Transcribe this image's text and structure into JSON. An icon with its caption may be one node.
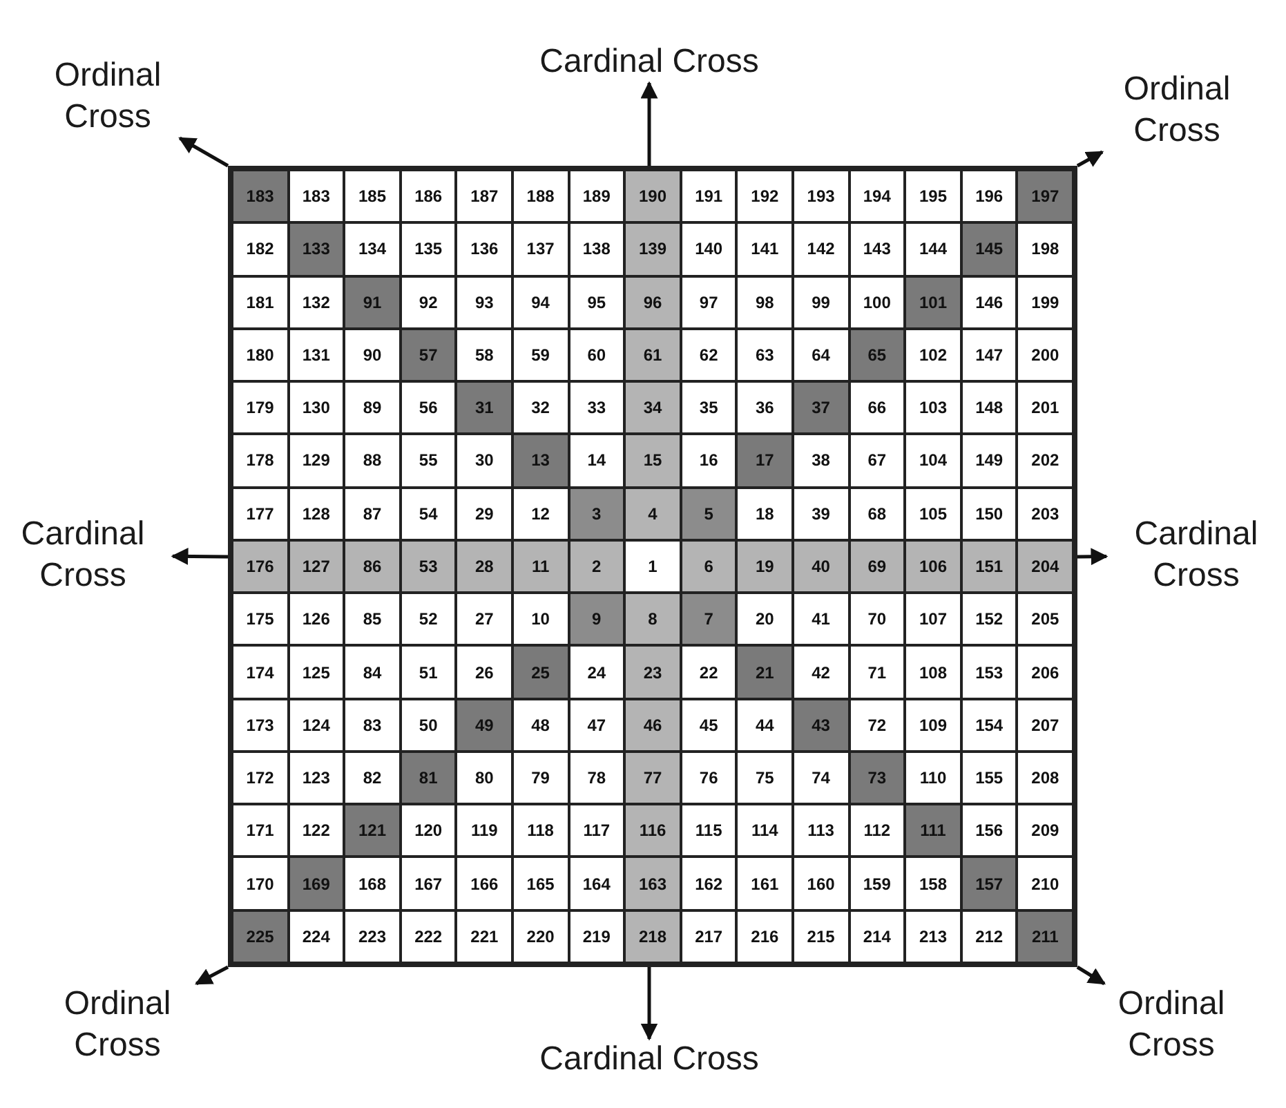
{
  "diagram": {
    "nodes": [
      {
        "text": [
          "Ordinal Cross"
        ]
      },
      {
        "text": [
          "Cardinal Cross"
        ]
      },
      {
        "text": [
          "Ordinal Cross"
        ]
      },
      {
        "text": [],
        "shape": "box"
      },
      {
        "text": [
          "Cardinal Cross"
        ]
      },
      {
        "text": [
          "Cardinal Cross"
        ]
      },
      {
        "text": [
          "Ordinal Cross"
        ]
      },
      {
        "text": [
          "Cardinal Cross"
        ]
      },
      {
        "text": [
          "Ordinal Cross"
        ]
      }
    ],
    "edges": [
      {
        "from": 3,
        "to": 0,
        "arrow": "to"
      },
      {
        "from": 3,
        "to": 1,
        "arrow": "to"
      },
      {
        "from": 3,
        "to": 2,
        "arrow": "to"
      },
      {
        "from": 3,
        "to": 4,
        "arrow": "to"
      },
      {
        "from": 3,
        "to": 5,
        "arrow": "to"
      },
      {
        "from": 3,
        "to": 6,
        "arrow": "to"
      },
      {
        "from": 3,
        "to": 7,
        "arrow": "to"
      },
      {
        "from": 3,
        "to": 8,
        "arrow": "to"
      }
    ],
    "labels": [
      "183",
      "183",
      "185",
      "186",
      "187",
      "188",
      "189",
      "190",
      "191",
      "192",
      "193",
      "194",
      "195",
      "196",
      "197",
      "182",
      "133",
      "134",
      "135",
      "136",
      "137",
      "138",
      "139",
      "140",
      "141",
      "142",
      "143",
      "144",
      "145",
      "198",
      "181",
      "132",
      "91",
      "92",
      "93",
      "94",
      "95",
      "96",
      "97",
      "98",
      "99",
      "100",
      "101",
      "146",
      "199",
      "180",
      "131",
      "90",
      "57",
      "58",
      "59",
      "60",
      "61",
      "62",
      "63",
      "64",
      "65",
      "102",
      "147",
      "200",
      "179",
      "130",
      "89",
      "56",
      "31",
      "32",
      "33",
      "34",
      "35",
      "36",
      "37",
      "66",
      "103",
      "148",
      "201",
      "178",
      "129",
      "88",
      "55",
      "30",
      "13",
      "14",
      "15",
      "16",
      "17",
      "38",
      "67",
      "104",
      "149",
      "202",
      "177",
      "128",
      "87",
      "54",
      "29",
      "12",
      "3",
      "4",
      "5",
      "18",
      "39",
      "68",
      "105",
      "150",
      "203",
      "176",
      "127",
      "86",
      "53",
      "28",
      "11",
      "2",
      "1",
      "6",
      "19",
      "40",
      "69",
      "106",
      "151",
      "204",
      "175",
      "126",
      "85",
      "52",
      "27",
      "10",
      "9",
      "8",
      "7",
      "20",
      "41",
      "70",
      "107",
      "152",
      "205",
      "174",
      "125",
      "84",
      "51",
      "26",
      "25",
      "24",
      "23",
      "22",
      "21",
      "42",
      "71",
      "108",
      "153",
      "206",
      "173",
      "124",
      "83",
      "50",
      "49",
      "48",
      "47",
      "46",
      "45",
      "44",
      "43",
      "72",
      "109",
      "154",
      "207",
      "172",
      "123",
      "82",
      "81",
      "80",
      "79",
      "78",
      "77",
      "76",
      "75",
      "74",
      "73",
      "110",
      "155",
      "208",
      "171",
      "122",
      "121",
      "120",
      "119",
      "118",
      "117",
      "116",
      "115",
      "114",
      "113",
      "112",
      "111",
      "156",
      "209",
      "170",
      "169",
      "168",
      "167",
      "166",
      "165",
      "164",
      "163",
      "162",
      "161",
      "160",
      "159",
      "158",
      "157",
      "210",
      "225",
      "224",
      "223",
      "222",
      "221",
      "220",
      "219",
      "218",
      "217",
      "216",
      "215",
      "214",
      "213",
      "212",
      "211"
    ]
  }
}
